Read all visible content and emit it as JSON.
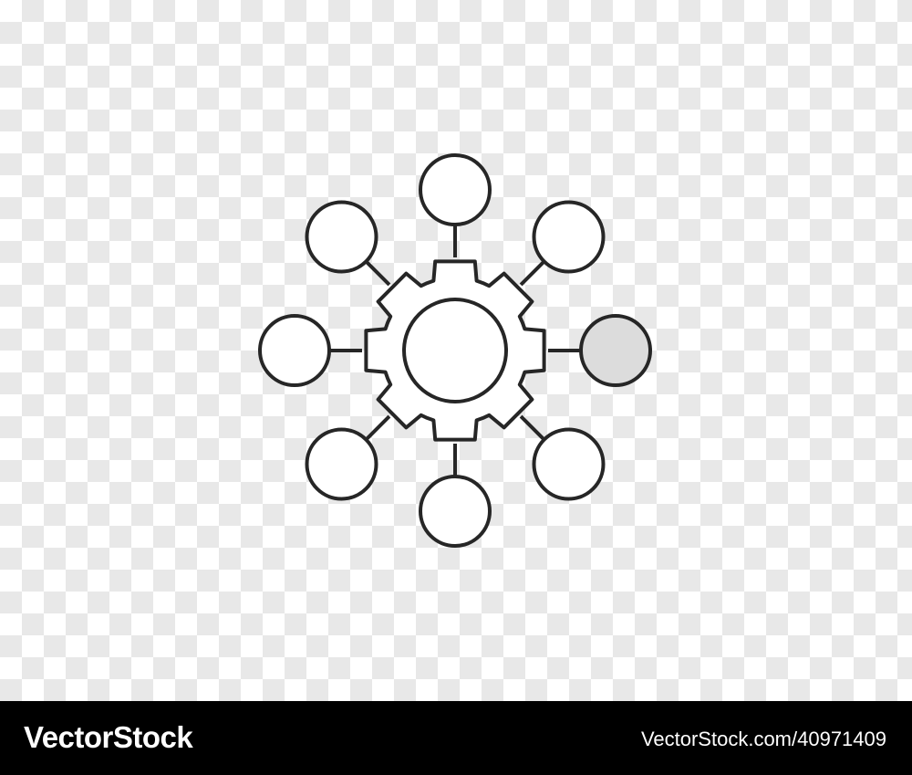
{
  "icon": {
    "name": "gear-network-icon",
    "stroke_color": "#262626",
    "node_fill": "#ffffff",
    "highlight_fill": "#dcdcdc",
    "node_count": 8,
    "highlighted_node": "right"
  },
  "footer": {
    "brand": "VectorStock",
    "image_id": "VectorStock.com/40971409"
  }
}
